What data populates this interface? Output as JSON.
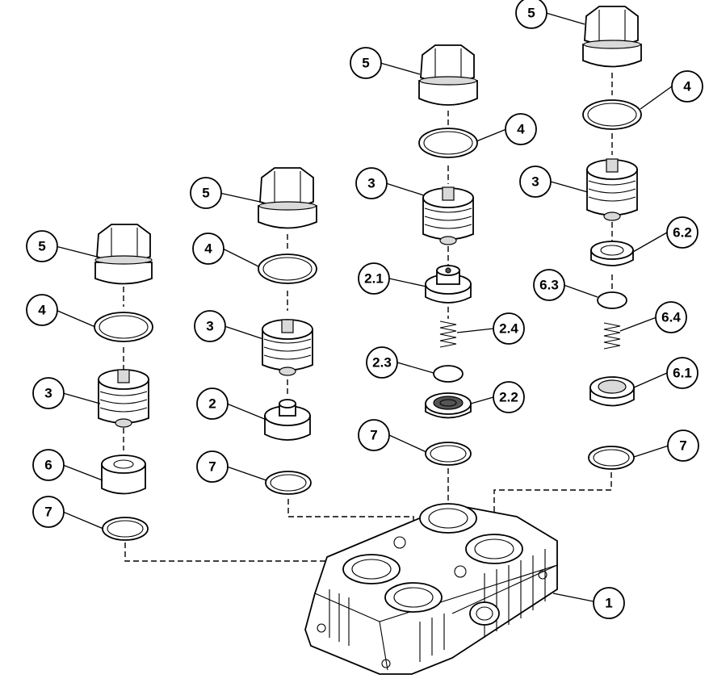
{
  "callouts": {
    "c1": "1",
    "c5a": "5",
    "c4a": "4",
    "c3a": "3",
    "c6": "6",
    "c7a": "7",
    "c5b": "5",
    "c4b": "4",
    "c3b": "3",
    "c2": "2",
    "c7b": "7",
    "c5c": "5",
    "c4c": "4",
    "c3c": "3",
    "c21": "2.1",
    "c24": "2.4",
    "c23": "2.3",
    "c22": "2.2",
    "c7c": "7",
    "c5d": "5",
    "c4d": "4",
    "c3d": "3",
    "c62": "6.2",
    "c63": "6.3",
    "c64": "6.4",
    "c61": "6.1",
    "c7d": "7"
  }
}
